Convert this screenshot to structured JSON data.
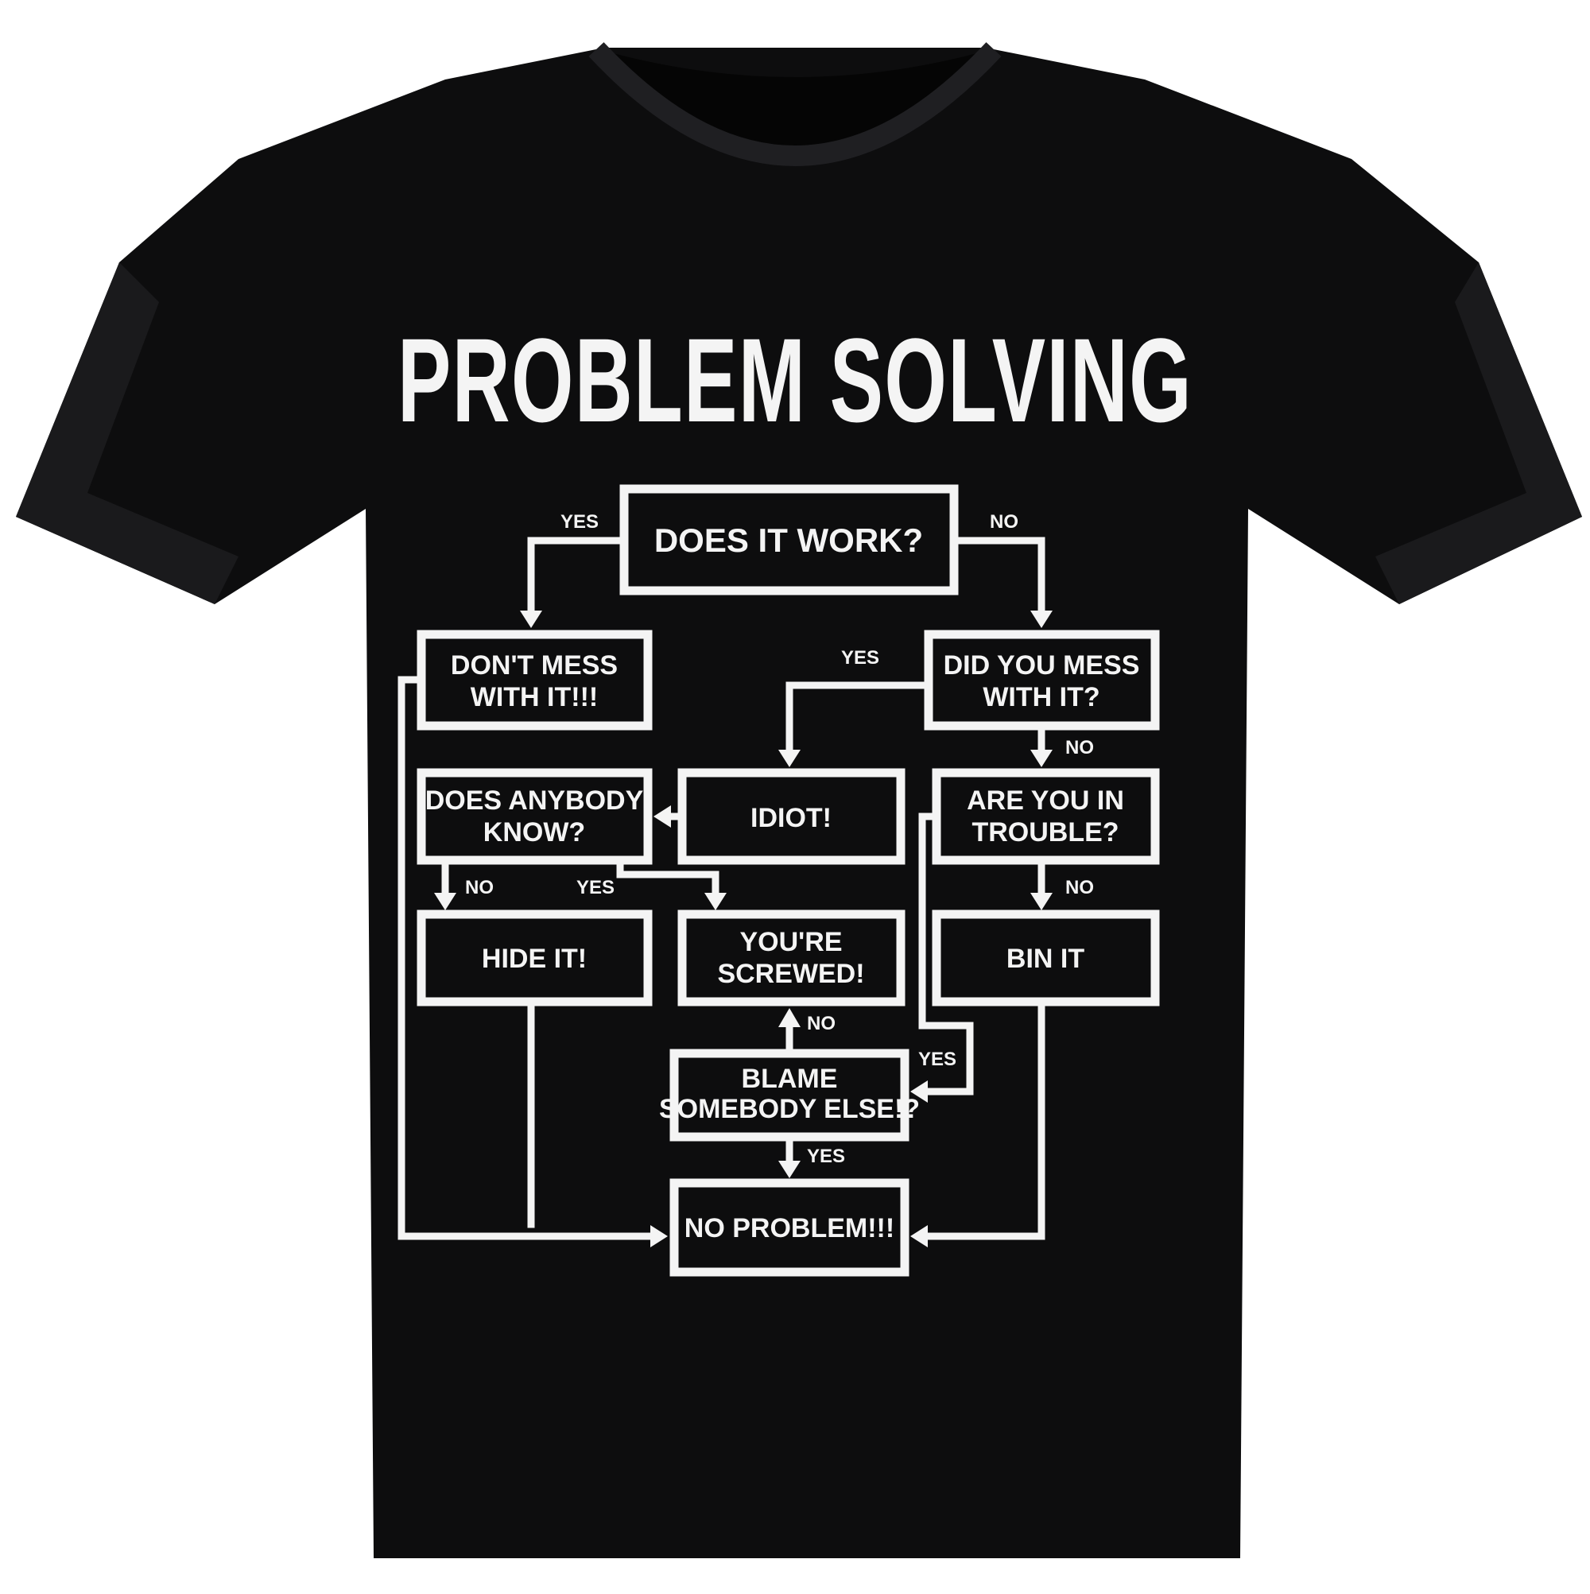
{
  "shirt": {
    "color": "#0d0d0e",
    "print_color": "#f4f4f4"
  },
  "title": "PROBLEM SOLVING",
  "nodes": {
    "does_it_work": "DOES IT WORK?",
    "dont_mess_1": "DON'T MESS",
    "dont_mess_2": "WITH IT!!!",
    "did_you_mess_1": "DID YOU MESS",
    "did_you_mess_2": "WITH IT?",
    "does_anybody_1": "DOES ANYBODY",
    "does_anybody_2": "KNOW?",
    "idiot": "IDIOT!",
    "trouble_1": "ARE YOU IN",
    "trouble_2": "TROUBLE?",
    "hide_it": "HIDE IT!",
    "screwed_1": "YOU'RE",
    "screwed_2": "SCREWED!",
    "bin_it": "BIN IT",
    "blame_1": "BLAME",
    "blame_2": "SOMEBODY ELSE!?",
    "no_problem": "NO PROBLEM!!!"
  },
  "edges": {
    "work_yes": "YES",
    "work_no": "NO",
    "mess_yes": "YES",
    "mess_no": "NO",
    "anybody_no": "NO",
    "anybody_yes": "YES",
    "trouble_no": "NO",
    "blame_no": "NO",
    "trouble_yes": "YES",
    "blame_yes": "YES"
  }
}
